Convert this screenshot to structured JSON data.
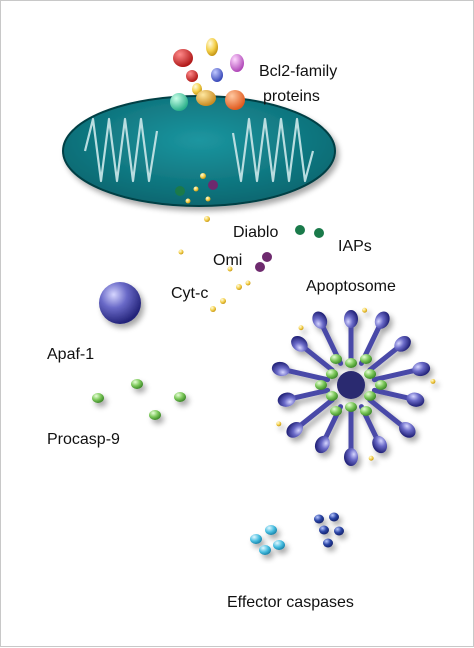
{
  "labels": {
    "bcl2_line1": "Bcl2-family",
    "bcl2_line2": "proteins",
    "diablo": "Diablo",
    "iaps": "IAPs",
    "omi": "Omi",
    "cyt_c": "Cyt-c",
    "apoptosome": "Apoptosome",
    "apaf1": "Apaf-1",
    "procasp9": "Procasp-9",
    "effector_caspases": "Effector caspases"
  },
  "colors": {
    "mitochondrion": "#0e7f86",
    "cristae": "#b9dde0",
    "apaf": "#4a4aa8",
    "caspase9": "#78c850",
    "cytc": "#f2cc40",
    "diablo": "#1a7a4a",
    "omi": "#6e2a6e",
    "effector_light": "#46bde0",
    "effector_dark": "#2b45a6"
  }
}
